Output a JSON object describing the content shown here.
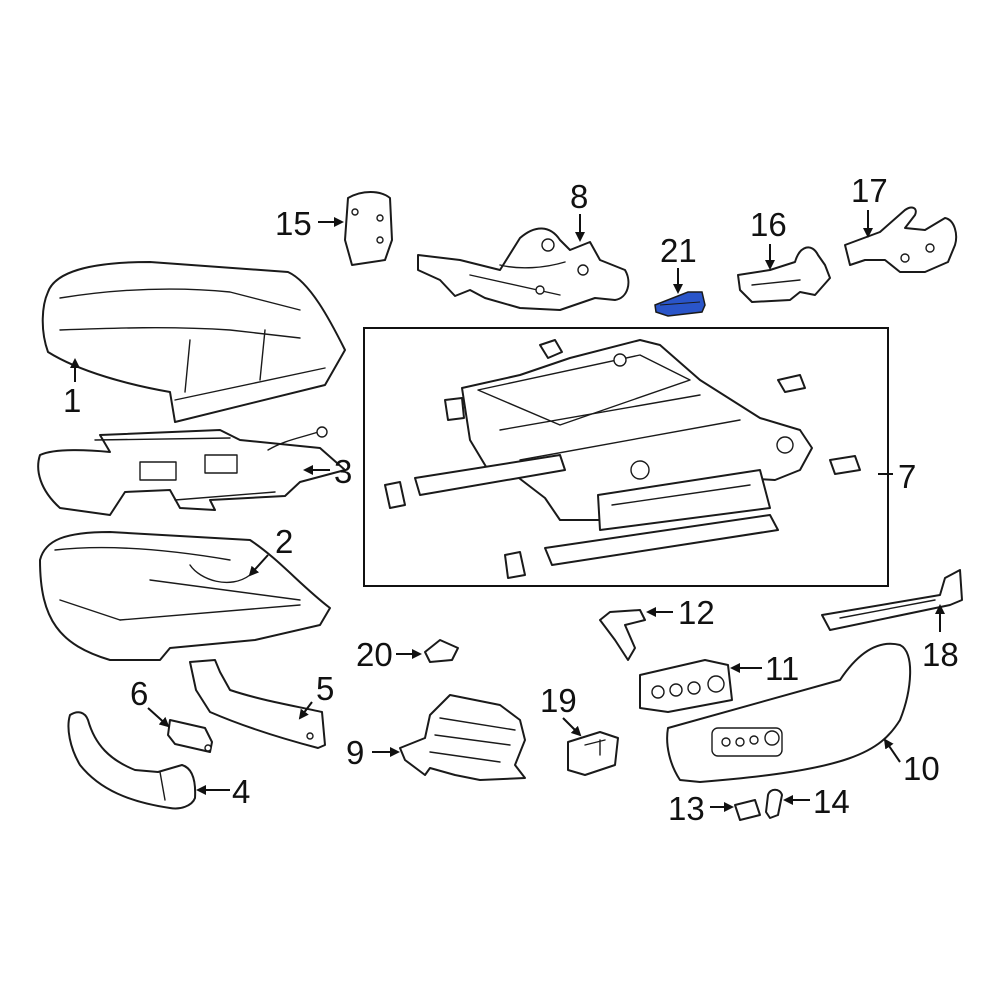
{
  "diagram": {
    "highlight_color": "#2a55c9",
    "line_color": "#1a1a1a",
    "background_color": "#ffffff",
    "highlighted_part": "21",
    "callouts": {
      "c1": "1",
      "c2": "2",
      "c3": "3",
      "c4": "4",
      "c5": "5",
      "c6": "6",
      "c7": "7",
      "c8": "8",
      "c9": "9",
      "c10": "10",
      "c11": "11",
      "c12": "12",
      "c13": "13",
      "c14": "14",
      "c15": "15",
      "c16": "16",
      "c17": "17",
      "c18": "18",
      "c19": "19",
      "c20": "20",
      "c21": "21"
    }
  }
}
